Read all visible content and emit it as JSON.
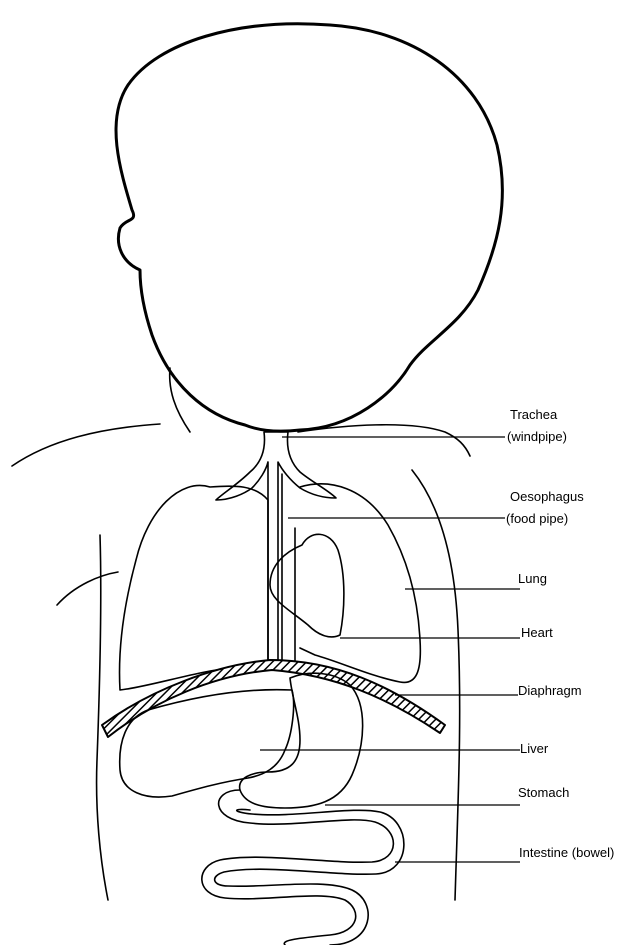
{
  "labels": {
    "trachea": {
      "line1": "Trachea",
      "line2": "(windpipe)"
    },
    "oesophagus": {
      "line1": "Oesophagus",
      "line2": "(food pipe)"
    },
    "lung": "Lung",
    "heart": "Heart",
    "diaphragm": "Diaphragm",
    "liver": "Liver",
    "stomach": "Stomach",
    "intestine": "Intestine (bowel)"
  },
  "colors": {
    "ink": "#000000",
    "background": "#ffffff"
  }
}
